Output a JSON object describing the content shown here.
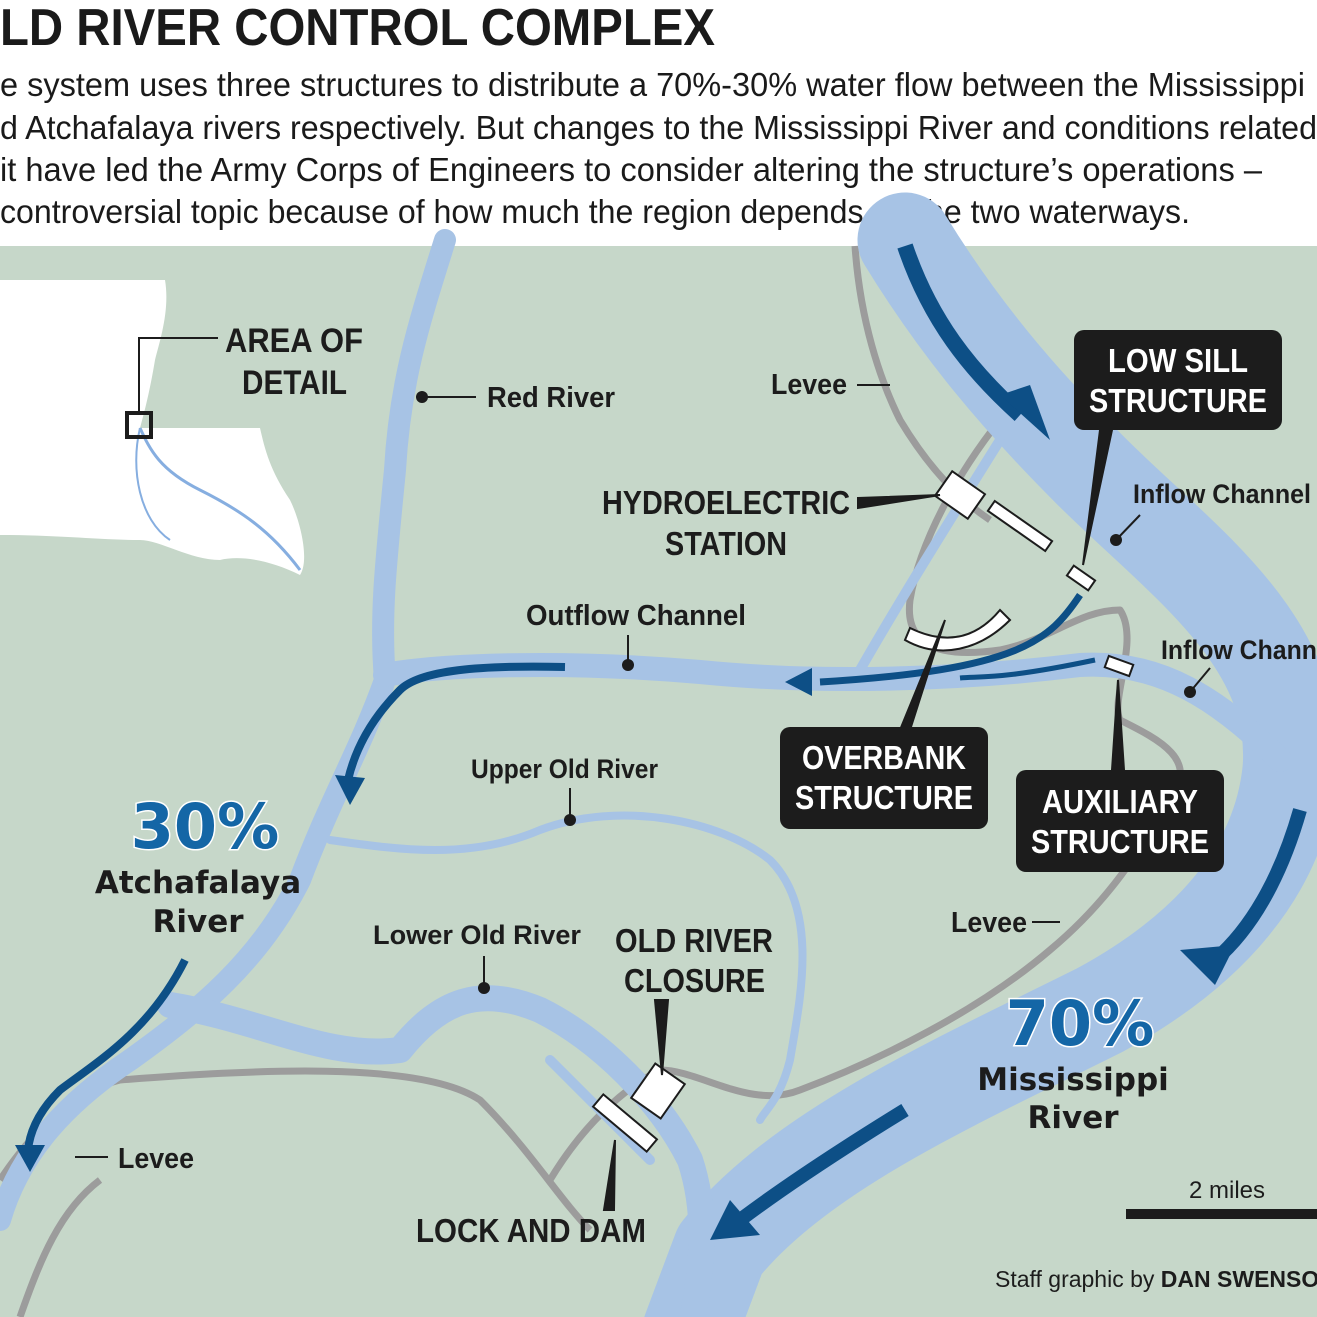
{
  "header": {
    "title": "LD RIVER CONTROL COMPLEX",
    "body_lines": [
      "e system uses three structures to distribute a 70%-30% water flow between the Mississippi",
      "d Atchafalaya rivers respectively. But changes to the Mississippi River and conditions related",
      "it have led the Army Corps of Engineers to consider altering the structure’s operations –",
      "controversial topic because of how much the region depends on the two waterways."
    ]
  },
  "colors": {
    "land": "#c6d7c9",
    "water": "#a7c3e5",
    "flow_arrow": "#0d4f86",
    "levee": "#9c9c9c",
    "percent": "#1466a6",
    "label_box": "#1c1c1c"
  },
  "inset": {
    "label_line1": "AREA OF",
    "label_line2": "DETAIL"
  },
  "labels": {
    "red_river": "Red River",
    "levee_top": "Levee",
    "levee_right": "Levee",
    "levee_left": "Levee",
    "inflow_channel_1": "Inflow Channel",
    "inflow_channel_2": "Inflow Chann",
    "outflow_channel": "Outflow Channel",
    "upper_old_river": "Upper Old River",
    "lower_old_river": "Lower Old River",
    "hydro_line1": "HYDROELECTRIC",
    "hydro_line2": "STATION",
    "old_river_closure_line1": "OLD RIVER",
    "old_river_closure_line2": "CLOSURE",
    "lock_and_dam": "LOCK AND DAM"
  },
  "boxes": {
    "low_sill": [
      "LOW SILL",
      "STRUCTURE"
    ],
    "overbank": [
      "OVERBANK",
      "STRUCTURE"
    ],
    "auxiliary": [
      "AUXILIARY",
      "STRUCTURE"
    ]
  },
  "flows": {
    "atchafalaya": {
      "percent": "30%",
      "name_line1": "Atchafalaya",
      "name_line2": "River"
    },
    "mississippi": {
      "percent": "70%",
      "name_line1": "Mississippi",
      "name_line2": "River"
    }
  },
  "scale": {
    "label": "2 miles"
  },
  "credit": {
    "prefix": "Staff graphic by",
    "author": "DAN SWENSO"
  }
}
